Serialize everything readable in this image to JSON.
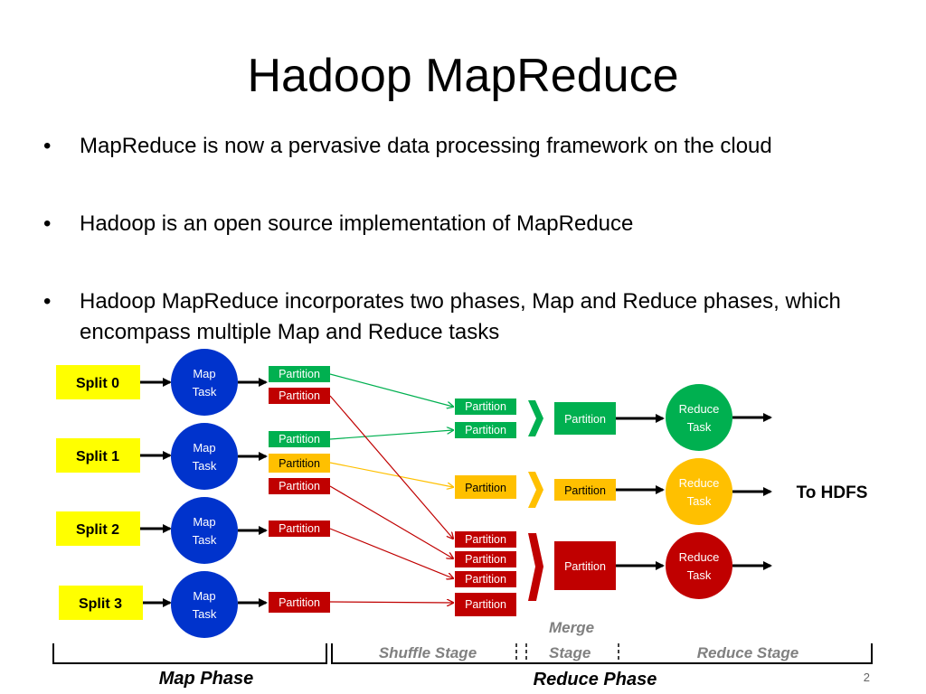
{
  "slide": {
    "title": "Hadoop MapReduce",
    "page_number": "2"
  },
  "bullets": [
    "MapReduce is now a pervasive data processing framework on the cloud",
    "Hadoop is an open source implementation of MapReduce",
    "Hadoop MapReduce incorporates two phases, Map and Reduce phases, which encompass multiple Map and Reduce tasks"
  ],
  "diagram": {
    "splits": [
      "Split 0",
      "Split 1",
      "Split 2",
      "Split 3"
    ],
    "map_task_label": [
      "Map",
      "Task"
    ],
    "reduce_task_label": [
      "Reduce",
      "Task"
    ],
    "partition_label": "Partition",
    "output_label": "To HDFS",
    "stages": {
      "shuffle": "Shuffle Stage",
      "merge": [
        "Merge",
        "Stage"
      ],
      "reduce": "Reduce Stage"
    },
    "phases": {
      "map": "Map Phase",
      "reduce": "Reduce Phase"
    },
    "colors": {
      "split": "#ffff00",
      "map_task": "#0033cc",
      "green": "#00b050",
      "red": "#c00000",
      "orange": "#ffc000",
      "green_line": "#00b050",
      "red_line": "#c00000",
      "orange_line": "#ffc000",
      "stage_text": "#808080"
    }
  }
}
